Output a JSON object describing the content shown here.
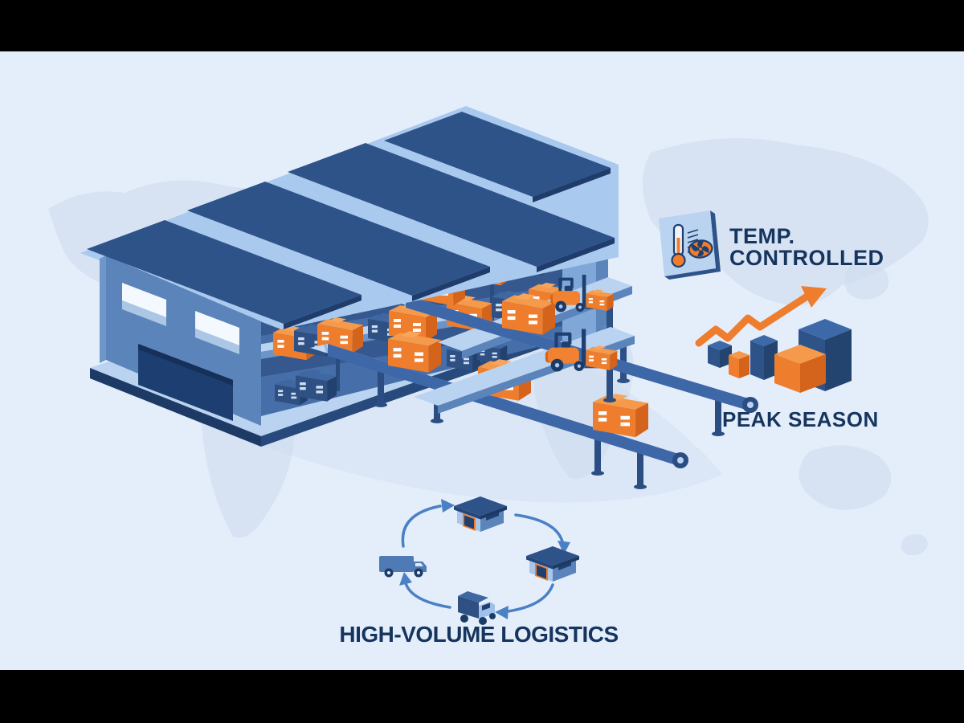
{
  "letterbox": {
    "color": "#000000"
  },
  "background": {
    "color": "#e4eefb",
    "map_color": "#cfddee"
  },
  "badges": {
    "temp_controlled": {
      "line1": "TEMP.",
      "line2": "CONTROLLED",
      "icons": [
        "thermometer-icon",
        "fan-icon"
      ]
    },
    "peak_season": {
      "label": "PEAK SEASON"
    },
    "logistics": {
      "label": "HIGH-VOLUME LOGISTICS"
    }
  },
  "peak_season_chart": {
    "type": "cube-growth",
    "cubes": [
      {
        "color": "blue",
        "height": 22
      },
      {
        "color": "orange",
        "height": 26
      },
      {
        "color": "blue",
        "height": 44
      },
      {
        "color": "orange",
        "height": 42
      },
      {
        "color": "blue",
        "height": 70
      }
    ],
    "trend": "rising-zigzag-arrow"
  },
  "scene": {
    "warehouse_roof_bays": 4,
    "shelf_levels": 3,
    "conveyor_belts": 2,
    "forklifts": 2,
    "box_colors": [
      "orange",
      "navy"
    ],
    "cycle_nodes": [
      "truck-side",
      "warehouse",
      "warehouse",
      "truck-iso"
    ]
  },
  "palette": {
    "navy_text": "#16355e",
    "roof": "#2e5389",
    "wall": "#5b84bb",
    "light_blue": "#b9d3f1",
    "orange": "#ee7d2d",
    "cycle_arrow": "#4a80c4"
  }
}
